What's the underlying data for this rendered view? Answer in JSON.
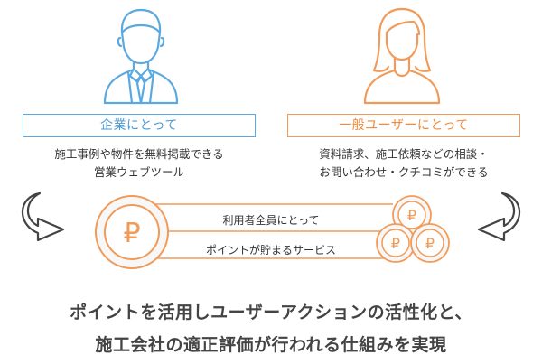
{
  "business": {
    "label": "企業にとって",
    "desc_line1": "施工事例や物件を無料掲載できる",
    "desc_line2": "営業ウェブツール"
  },
  "consumer": {
    "label": "一般ユーザーにとって",
    "desc_line1": "資料請求、施工依頼などの相談・",
    "desc_line2": "お問い合わせ・クチコミができる"
  },
  "center": {
    "line1": "利用者全員にとって",
    "line2": "ポイントが貯まるサービス",
    "coin_symbol": "₽"
  },
  "headline": {
    "line1": "ポイントを活用しユーザーアクションの活性化と、",
    "line2": "施工会社の適正評価が行われる仕組みを実現"
  },
  "icons": [
    "businessman-icon",
    "woman-user-icon",
    "curved-arrow-left-icon",
    "curved-arrow-right-icon",
    "point-coin-icon",
    "coin-stack-icon"
  ],
  "colors": {
    "blue": "#5aa9e0",
    "orange": "#f29a57",
    "text": "#333333"
  }
}
